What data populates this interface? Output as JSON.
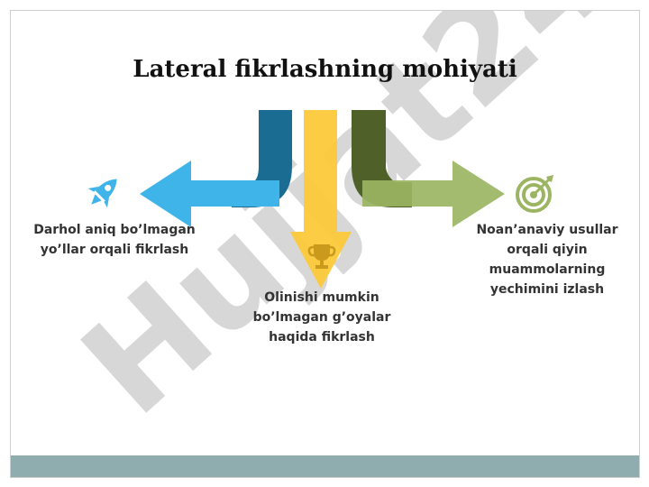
{
  "title": "Lateral fikrlashning mohiyati",
  "watermark": "Hujjat24",
  "branches": {
    "left": {
      "text": "Darhol aniq bo’lmagan yo’llar orqali fikrlash",
      "icon": "rocket-icon",
      "color": "#3fb4e8"
    },
    "center": {
      "text": "Olinishi mumkin bo’lmagan g’oyalar haqida fikrlash",
      "icon": "trophy-icon",
      "color": "#fcc93a"
    },
    "right": {
      "text": "Noan’anaviy usullar orqali qiyin muammolarning yechimini izlash",
      "icon": "target-icon",
      "color": "#9bb563"
    }
  },
  "colors": {
    "left_stem": "#1a6c93",
    "right_stem": "#4f6129",
    "footer": "#8fadaf",
    "watermark": "#c6b8e4"
  }
}
